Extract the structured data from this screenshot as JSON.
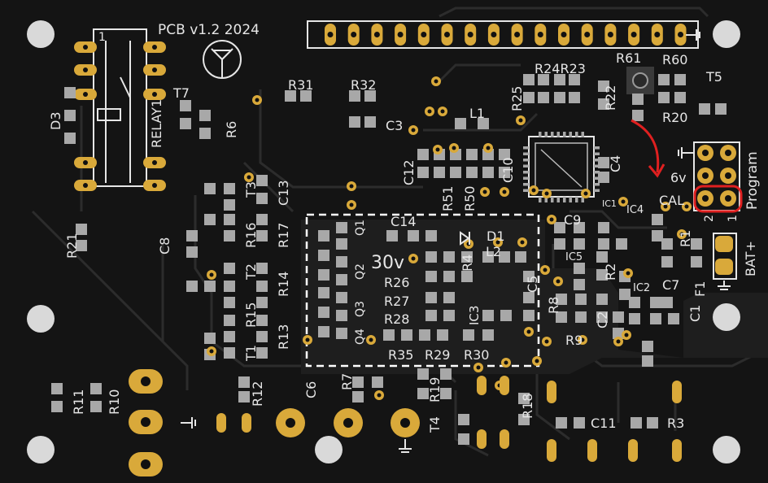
{
  "board": {
    "title": "PCB v1.2 2024",
    "voltage_label": "30v",
    "cal_label": "CAL",
    "six_v_label": "6v",
    "program_label": "Program",
    "bat_label": "BAT+",
    "pin_2": "2",
    "pin_1": "1",
    "relay_pin": "1"
  },
  "labels": {
    "D3": "D3",
    "RELAY1": "RELAY1",
    "T7": "T7",
    "R6": "R6",
    "R31": "R31",
    "R32": "R32",
    "C3": "C3",
    "L1": "L1",
    "R25": "R25",
    "R24R23": "R24R23",
    "R61": "R61",
    "R60": "R60",
    "T5": "T5",
    "R22": "R22",
    "R20": "R20",
    "C12": "C12",
    "R51": "R51",
    "R50": "R50",
    "C10": "C10",
    "C4": "C4",
    "IC1": "IC1",
    "C9": "C9",
    "IC4": "IC4",
    "R1": "R1",
    "T3": "T3",
    "C13": "C13",
    "R16": "R16",
    "R17": "R17",
    "C14": "C14",
    "Q1": "Q1",
    "D1": "D1",
    "L2": "L2",
    "R4": "R4",
    "C8": "C8",
    "R21": "R21",
    "T2": "T2",
    "R14": "R14",
    "Q2": "Q2",
    "R26": "R26",
    "R27": "R27",
    "R28": "R28",
    "Q3": "Q3",
    "Q4": "Q4",
    "IC3": "IC3",
    "C5": "C5",
    "R8": "R8",
    "IC5": "IC5",
    "R2": "R2",
    "IC2": "IC2",
    "C7": "C7",
    "F1": "F1",
    "C1": "C1",
    "C2": "C2",
    "R9": "R9",
    "R15": "R15",
    "R13": "R13",
    "T1": "T1",
    "R35": "R35",
    "R29": "R29",
    "R30": "R30",
    "R12": "R12",
    "C6": "C6",
    "R7": "R7",
    "R19": "R19",
    "T4": "T4",
    "R18": "R18",
    "C11": "C11",
    "R3": "R3",
    "R11": "R11",
    "R10": "R10"
  },
  "colors": {
    "board": "#141414",
    "silkscreen": "#e6e6e6",
    "pad_gold": "#d9a93a",
    "pad_smd": "#a8a8a8",
    "trace": "#2a2a2a",
    "annotation_red": "#e02020",
    "dashed_box": "#ffffff"
  }
}
